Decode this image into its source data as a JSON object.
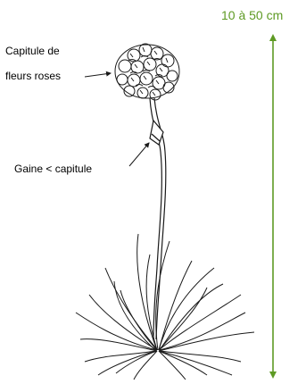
{
  "labels": {
    "capitule_line1": "Capitule de",
    "capitule_line2": "fleurs roses",
    "gaine": "Gaine < capitule",
    "height_range": "10 à 50 cm"
  },
  "colors": {
    "measure": "#5e9a24",
    "ink": "#1a1a1a"
  },
  "icons": {
    "plant": "armeria-plant-drawing"
  }
}
